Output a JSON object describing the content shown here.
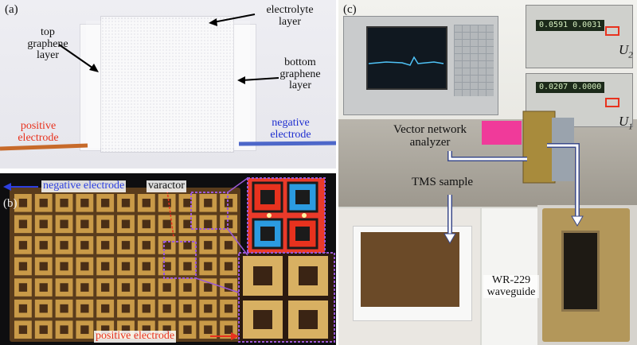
{
  "panel_a": {
    "label": "(a)",
    "top_graphene": [
      "top",
      "graphene",
      "layer"
    ],
    "electrolyte": [
      "electrolyte",
      "layer"
    ],
    "bottom_graphene": [
      "bottom",
      "graphene",
      "layer"
    ],
    "positive_electrode": [
      "positive",
      "electrode"
    ],
    "negative_electrode": [
      "negative",
      "electrode"
    ],
    "colors": {
      "positive": "#e8321e",
      "negative": "#1f2fd0",
      "text": "#111111"
    }
  },
  "panel_b": {
    "label": "(b)",
    "negative_electrode": "negative electrode",
    "varactor": "varactor",
    "positive_electrode": "positive electrode",
    "colors": {
      "negative": "#2d3fe0",
      "positive": "#e8321e",
      "varactor": "#111111",
      "highlight": "#9b59d6"
    }
  },
  "panel_c": {
    "label": "(c)",
    "vna": [
      "Vector network",
      "analyzer"
    ],
    "tms_sample": "TMS sample",
    "waveguide": [
      "WR-229",
      "waveguide"
    ],
    "u2": "U",
    "u2_sub": "2",
    "u1": "U",
    "u1_sub": "1",
    "psu_top_readout": "0.0591  0.0031",
    "psu_bottom_readout": "0.0207  0.0000",
    "colors": {
      "arrow": "#ffffff",
      "arrow_outline": "#3b4a8a",
      "psu_arrow": "#e8321e"
    }
  }
}
